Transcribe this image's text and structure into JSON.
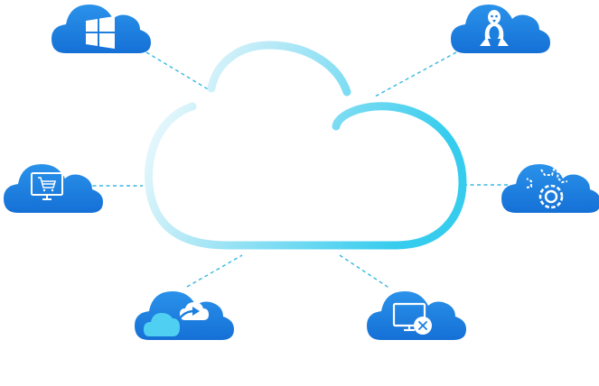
{
  "diagram": {
    "hub": {
      "icon": "cloud-outline-icon"
    },
    "nodes": [
      {
        "key": "windows",
        "icon": "windows-logo-icon"
      },
      {
        "key": "linux",
        "icon": "linux-penguin-icon"
      },
      {
        "key": "shop",
        "icon": "shopping-cart-monitor-icon"
      },
      {
        "key": "settings",
        "icon": "gear-settings-icon"
      },
      {
        "key": "migrate",
        "icon": "cloud-transfer-icon"
      },
      {
        "key": "remote",
        "icon": "remote-desktop-icon"
      }
    ]
  },
  "colors": {
    "node_fill": "#1a7fe0",
    "node_fill_light": "#2f96ee",
    "connector": "#35b8e0",
    "hub_gradient_start": "#ffffff",
    "hub_gradient_end": "#3ecfef",
    "icon_glyph": "#ffffff"
  }
}
